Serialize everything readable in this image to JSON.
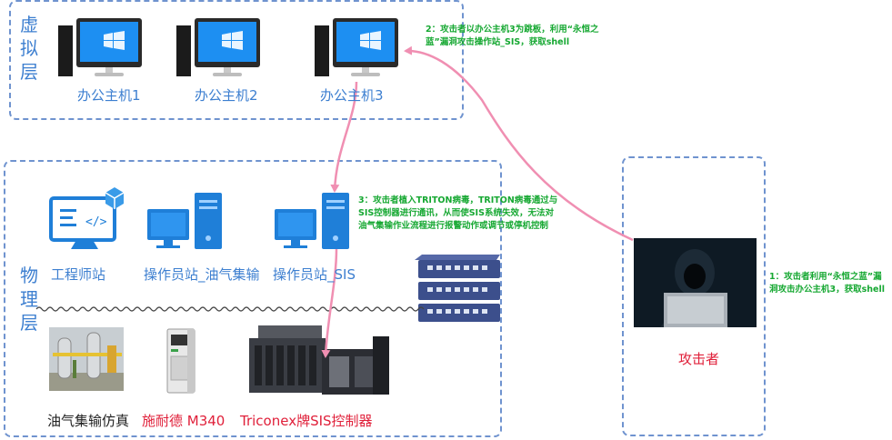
{
  "virtual_layer": {
    "label": "虚\n拟\n层",
    "hosts": [
      "办公主机1",
      "办公主机2",
      "办公主机3"
    ]
  },
  "physical_layer": {
    "label": "物\n理\n层",
    "stations": [
      "工程师站",
      "操作员站_油气集输",
      "操作员站_SIS"
    ],
    "devices": [
      "油气集输仿真",
      "施耐德 M340",
      "Triconex牌SIS控制器"
    ]
  },
  "attacker": {
    "label": "攻击者"
  },
  "steps": {
    "step1": "1：攻击者利用“永恒之蓝”漏洞攻击办公主机3，获取shell",
    "step2": "2：攻击者以办公主机3为跳板，利用“永恒之蓝”漏洞攻击操作站_SIS，获取shell",
    "step3": "3：攻击者植入TRITON病毒，TRITON病毒通过与SIS控制器进行通讯，从而使SIS系统失效，无法对油气集输作业流程进行报警动作或调节或停机控制"
  },
  "colors": {
    "zone_border": "#6f93cf",
    "label_blue": "#3d7fd0",
    "attack_path": "#f08fb2",
    "note_green": "#16a832",
    "controller_label": "#e0203a"
  }
}
